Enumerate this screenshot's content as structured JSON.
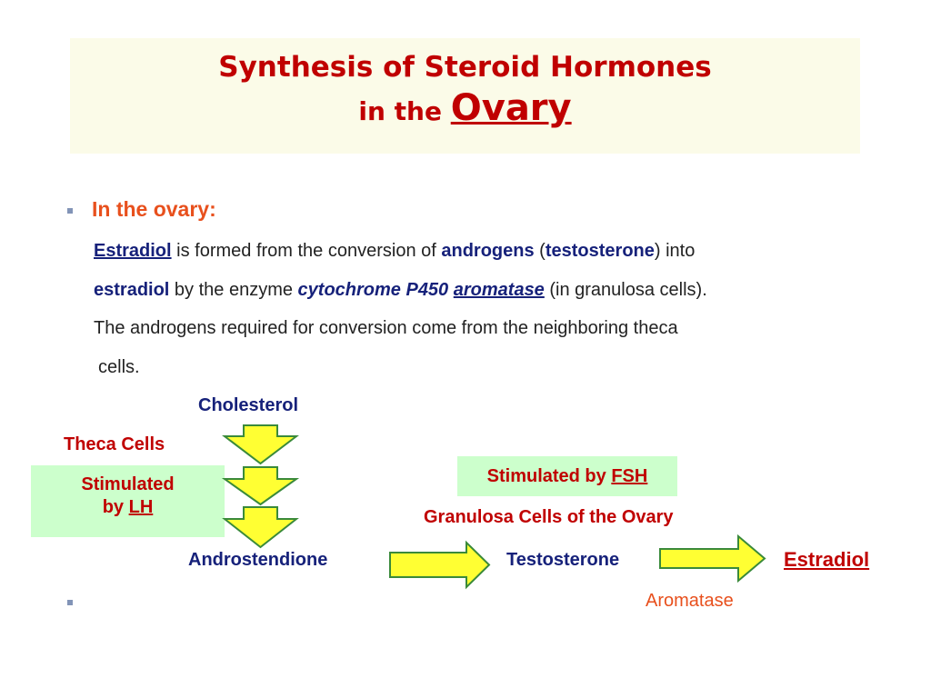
{
  "title": {
    "line1": "Synthesis of Steroid Hormones",
    "line2_prefix": "in the",
    "line2_big": "Ovary"
  },
  "body": {
    "heading": "In the ovary:",
    "p1": {
      "estradiol": "Estradiol",
      "t1": " is formed from the conversion of ",
      "androgens": "androgens",
      "t2": " (",
      "testosterone": "testosterone",
      "t3": ") into"
    },
    "p2": {
      "estradiol": "estradiol",
      "t1": " by the enzyme ",
      "cyp": "cytochrome P450",
      "space": " ",
      "aromatase": "aromatase",
      "t2": " (in granulosa cells)."
    },
    "p3": "The androgens required for conversion come from the neighboring theca",
    "p4": "cells."
  },
  "diagram": {
    "cholesterol": "Cholesterol",
    "theca_cells": "Theca Cells",
    "stim_lh_line1": "Stimulated",
    "stim_lh_line2_prefix": "by ",
    "stim_lh_line2_lh": "LH",
    "stim_fsh_prefix": "Stimulated by ",
    "stim_fsh_fsh": "FSH",
    "granulosa": "Granulosa Cells of the Ovary",
    "androstendione": "Androstendione",
    "testosterone": "Testosterone",
    "estradiol": "Estradiol",
    "aromatase": "Aromatase"
  },
  "colors": {
    "title_red": "#c00000",
    "heading_orange": "#e8501d",
    "term_blue": "#16217a",
    "arrow_fill": "#ffff33",
    "arrow_stroke": "#3a8a3a",
    "box_green": "#ccffcc",
    "title_bg": "#fbfbe8"
  }
}
